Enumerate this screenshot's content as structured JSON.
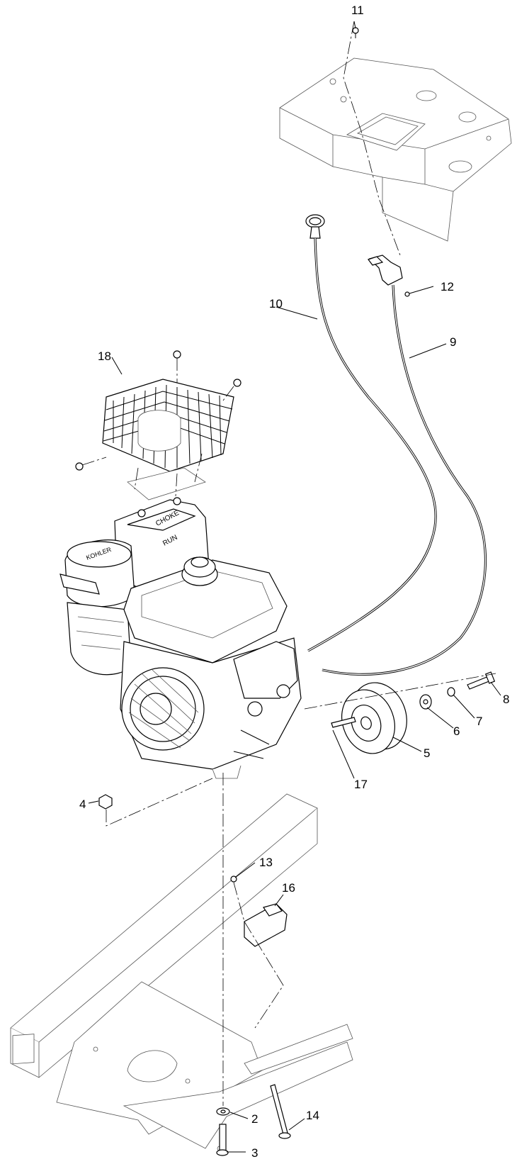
{
  "callouts": [
    {
      "id": "c2",
      "text": "2"
    },
    {
      "id": "c3",
      "text": "3"
    },
    {
      "id": "c4",
      "text": "4"
    },
    {
      "id": "c5",
      "text": "5"
    },
    {
      "id": "c6",
      "text": "6"
    },
    {
      "id": "c7",
      "text": "7"
    },
    {
      "id": "c8",
      "text": "8"
    },
    {
      "id": "c9",
      "text": "9"
    },
    {
      "id": "c10",
      "text": "10"
    },
    {
      "id": "c11",
      "text": "11"
    },
    {
      "id": "c12",
      "text": "12"
    },
    {
      "id": "c13",
      "text": "13"
    },
    {
      "id": "c14",
      "text": "14"
    },
    {
      "id": "c16",
      "text": "16"
    },
    {
      "id": "c17",
      "text": "17"
    },
    {
      "id": "c18",
      "text": "18"
    }
  ],
  "engine_markings": {
    "air_cleaner_brand": "KOHLER",
    "choke": "CHOKE",
    "run": "RUN"
  }
}
